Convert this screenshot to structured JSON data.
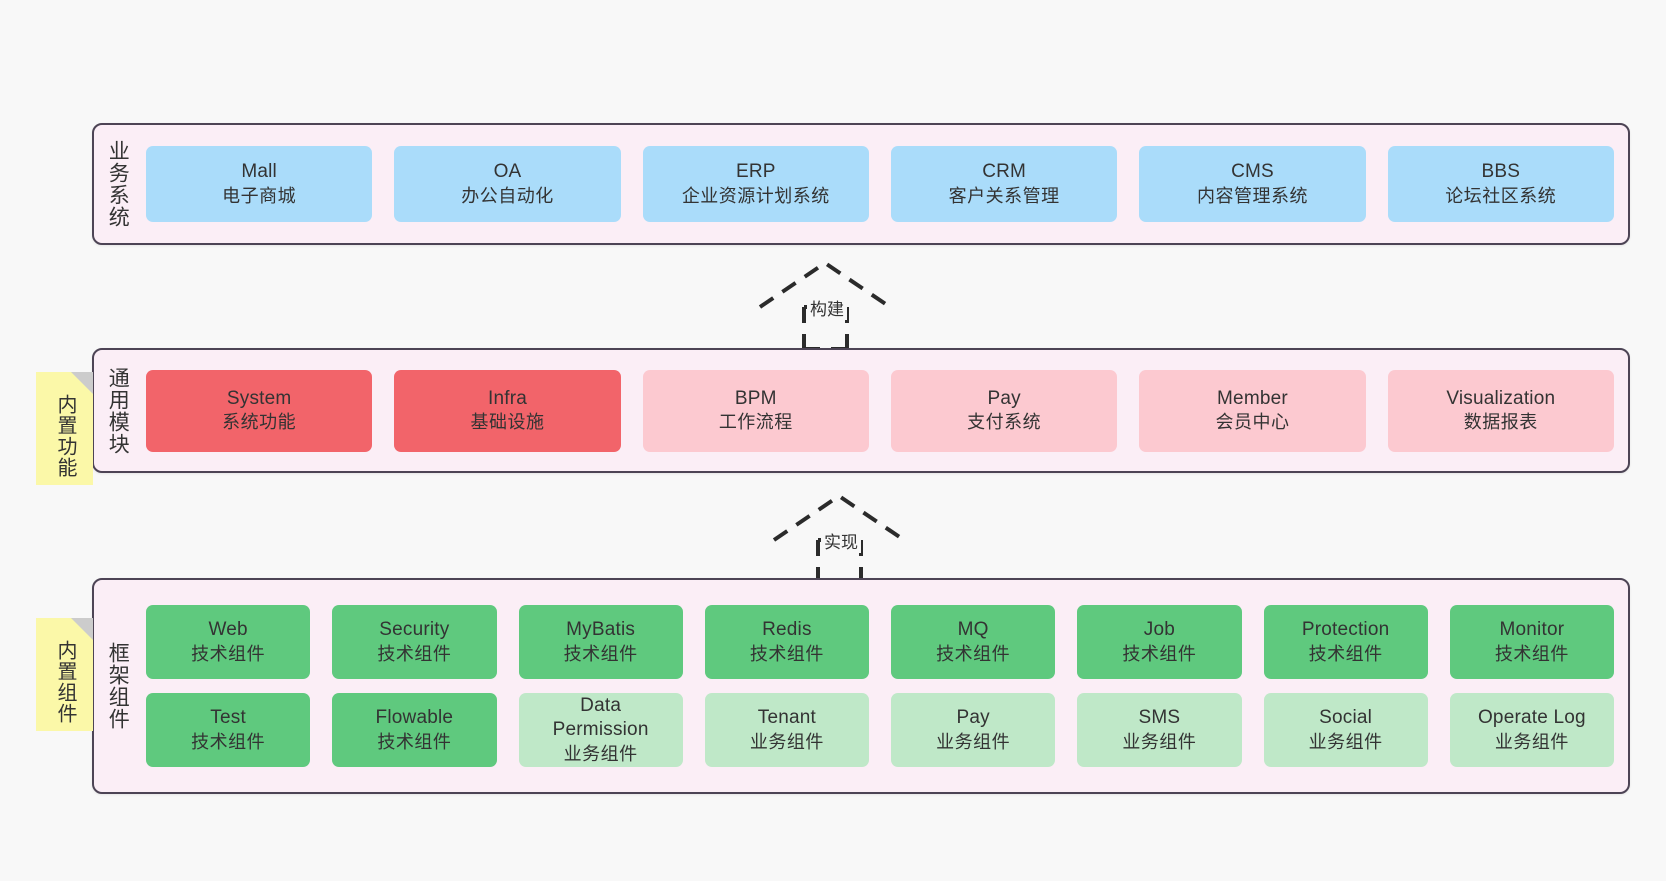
{
  "diagram": {
    "background_color": "#f8f8f8",
    "panel_color": "#fbeef6",
    "panel_border_color": "#4d4455",
    "note_color": "#fbf8a8"
  },
  "layers": [
    {
      "id": "business-system",
      "title": "业务系统",
      "note": null,
      "rows": [
        {
          "style": "blue",
          "color": "#aadcfa",
          "nodes": [
            {
              "en": "Mall",
              "cn": "电子商城"
            },
            {
              "en": "OA",
              "cn": "办公自动化"
            },
            {
              "en": "ERP",
              "cn": "企业资源计划系统"
            },
            {
              "en": "CRM",
              "cn": "客户关系管理"
            },
            {
              "en": "CMS",
              "cn": "内容管理系统"
            },
            {
              "en": "BBS",
              "cn": "论坛社区系统"
            }
          ]
        }
      ]
    },
    {
      "id": "common-module",
      "title": "通用模块",
      "note": "内置功能",
      "rows": [
        {
          "style": "mixed",
          "nodes": [
            {
              "en": "System",
              "cn": "系统功能",
              "style": "red-strong",
              "color": "#f2646a"
            },
            {
              "en": "Infra",
              "cn": "基础设施",
              "style": "red-strong",
              "color": "#f2646a"
            },
            {
              "en": "BPM",
              "cn": "工作流程",
              "style": "red-light",
              "color": "#fcc9d0"
            },
            {
              "en": "Pay",
              "cn": "支付系统",
              "style": "red-light",
              "color": "#fcc9d0"
            },
            {
              "en": "Member",
              "cn": "会员中心",
              "style": "red-light",
              "color": "#fcc9d0"
            },
            {
              "en": "Visualization",
              "cn": "数据报表",
              "style": "red-light",
              "color": "#fcc9d0"
            }
          ]
        }
      ]
    },
    {
      "id": "framework-component",
      "title": "框架组件",
      "note": "内置组件",
      "rows": [
        {
          "style": "green-strong",
          "nodes": [
            {
              "en": "Web",
              "cn": "技术组件",
              "style": "green-strong",
              "color": "#5fc97e"
            },
            {
              "en": "Security",
              "cn": "技术组件",
              "style": "green-strong",
              "color": "#5fc97e"
            },
            {
              "en": "MyBatis",
              "cn": "技术组件",
              "style": "green-strong",
              "color": "#5fc97e"
            },
            {
              "en": "Redis",
              "cn": "技术组件",
              "style": "green-strong",
              "color": "#5fc97e"
            },
            {
              "en": "MQ",
              "cn": "技术组件",
              "style": "green-strong",
              "color": "#5fc97e"
            },
            {
              "en": "Job",
              "cn": "技术组件",
              "style": "green-strong",
              "color": "#5fc97e"
            },
            {
              "en": "Protection",
              "cn": "技术组件",
              "style": "green-strong",
              "color": "#5fc97e"
            },
            {
              "en": "Monitor",
              "cn": "技术组件",
              "style": "green-strong",
              "color": "#5fc97e"
            }
          ]
        },
        {
          "style": "green-light",
          "nodes": [
            {
              "en": "Test",
              "cn": "技术组件",
              "style": "green-strong",
              "color": "#5fc97e"
            },
            {
              "en": "Flowable",
              "cn": "技术组件",
              "style": "green-strong",
              "color": "#5fc97e"
            },
            {
              "en": "Data Permission",
              "cn": "业务组件",
              "style": "green-light",
              "color": "#bfe8c8"
            },
            {
              "en": "Tenant",
              "cn": "业务组件",
              "style": "green-light",
              "color": "#bfe8c8"
            },
            {
              "en": "Pay",
              "cn": "业务组件",
              "style": "green-light",
              "color": "#bfe8c8"
            },
            {
              "en": "SMS",
              "cn": "业务组件",
              "style": "green-light",
              "color": "#bfe8c8"
            },
            {
              "en": "Social",
              "cn": "业务组件",
              "style": "green-light",
              "color": "#bfe8c8"
            },
            {
              "en": "Operate Log",
              "cn": "业务组件",
              "style": "green-light",
              "color": "#bfe8c8"
            }
          ]
        }
      ]
    }
  ],
  "connectors": [
    {
      "id": "build",
      "label": "构建",
      "from": "common-module",
      "to": "business-system"
    },
    {
      "id": "implement",
      "label": "实现",
      "from": "framework-component",
      "to": "common-module"
    }
  ]
}
